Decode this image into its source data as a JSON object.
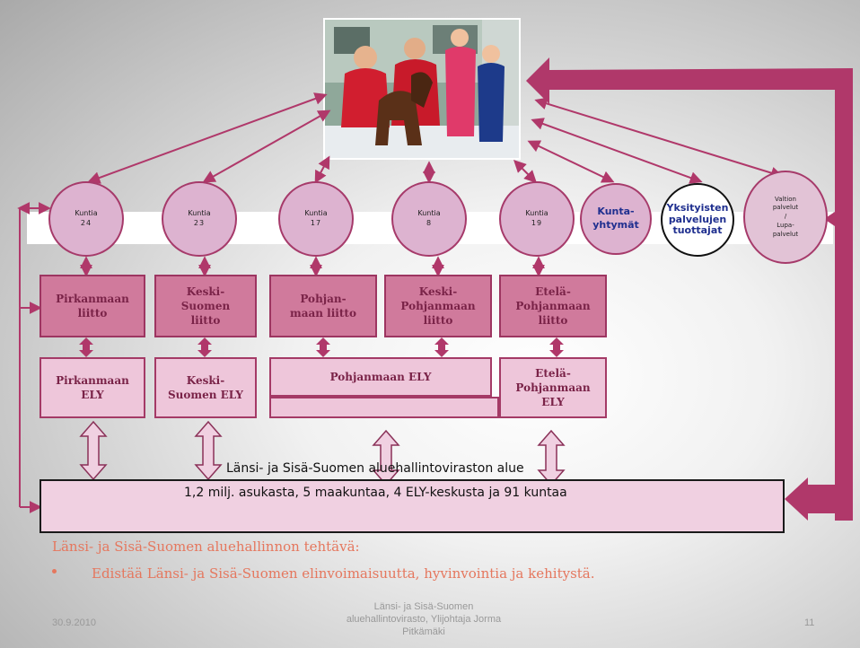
{
  "circles": [
    {
      "label": "Kuntia",
      "value": "24"
    },
    {
      "label": "Kuntia",
      "value": "23"
    },
    {
      "label": "Kuntia",
      "value": "17"
    },
    {
      "label": "Kuntia",
      "value": "8"
    },
    {
      "label": "Kuntia",
      "value": "19"
    }
  ],
  "kuntayhtymat": "Kunta-\nyhtymät",
  "yksityiset": "Yksityisten\npalvelujen\ntuottajat",
  "valtion": "Valtion\npalvelut\n/\nLupa-\npalvelut",
  "liitot": [
    "Pirkanmaan\nliitto",
    "Keski-\nSuomen\nliitto",
    "Pohjan-\nmaan liitto",
    "Keski-\nPohjanmaan\nliitto",
    "Etelä-\nPohjanmaan\nliitto"
  ],
  "elys": [
    "Pirkanmaan\nELY",
    "Keski-\nSuomen ELY",
    "Pohjanmaan ELY",
    "Etelä-\nPohjanmaan\nELY"
  ],
  "agency": {
    "title": "Länsi- ja Sisä-Suomen aluehallintoviraston alue",
    "stats": "1,2 milj. asukasta, 5 maakuntaa, 4 ELY-keskusta ja 91 kuntaa"
  },
  "tasks": {
    "title": "Länsi- ja Sisä-Suomen aluehallinnon tehtävä:",
    "item": "Edistää Länsi- ja Sisä-Suomen elinvoimaisuutta, hyvinvointia ja kehitystä."
  },
  "footer": {
    "date": "30.9.2010",
    "center": "Länsi- ja Sisä-Suomen\naluehallintovirasto, Ylijohtaja Jorma\nPitkämäki",
    "page": "11"
  },
  "colors": {
    "arrow": "#b0386a",
    "liitto": "#d07a9c",
    "ely": "#eec6da",
    "circle": "#ddb3d0",
    "accent_text": "#e5775e"
  }
}
